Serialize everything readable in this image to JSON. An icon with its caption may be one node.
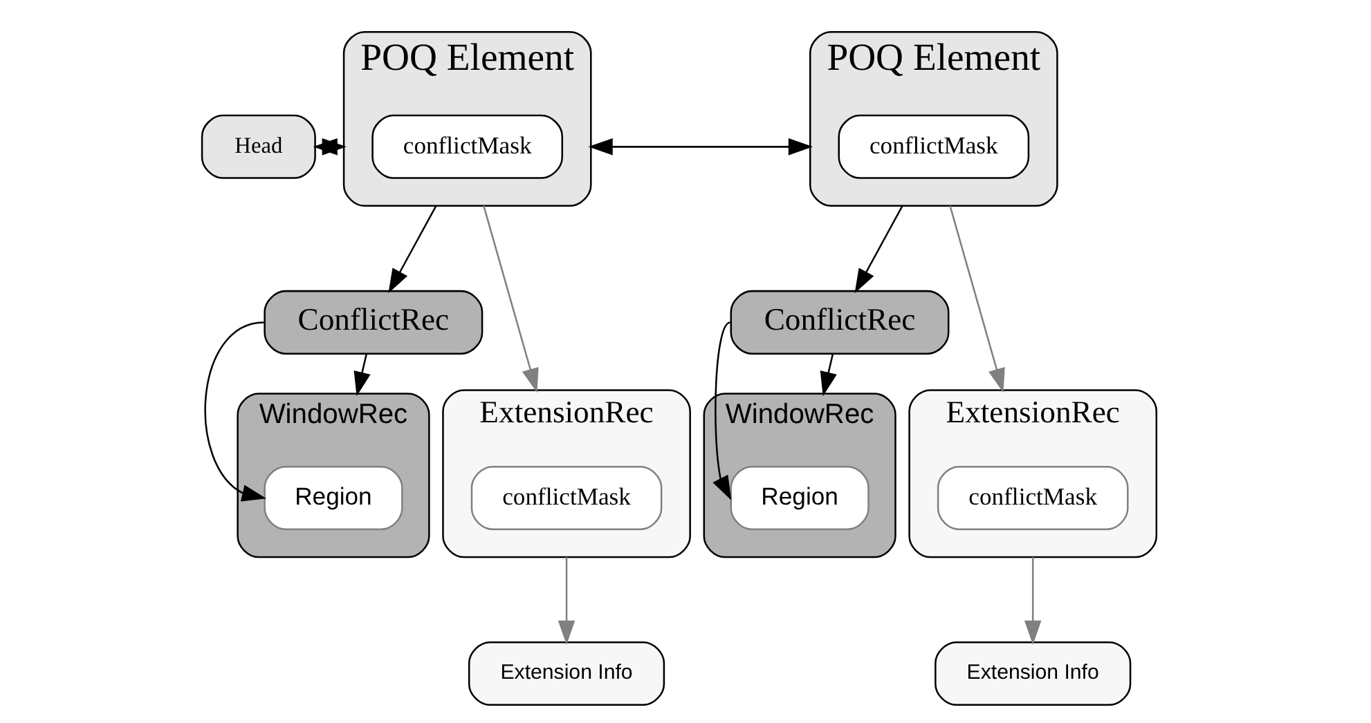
{
  "diagram": {
    "nodes": [
      {
        "text": [
          "Head"
        ]
      },
      {
        "text": [
          "POQ Element"
        ]
      },
      {
        "text": [
          "conflictMask"
        ],
        "in": 1
      },
      {
        "text": [
          "POQ Element"
        ]
      },
      {
        "text": [
          "conflictMask"
        ],
        "in": 3
      },
      {
        "text": [
          "ConflictRec"
        ]
      },
      {
        "text": [
          "ExtensionRec"
        ]
      },
      {
        "text": [
          "conflictMask"
        ],
        "in": 6
      },
      {
        "text": [
          "WindowRec"
        ]
      },
      {
        "text": [
          "Region"
        ],
        "in": 8
      },
      {
        "text": [
          "Extension Info"
        ]
      },
      {
        "text": [
          "ConflictRec"
        ]
      },
      {
        "text": [
          "ExtensionRec"
        ]
      },
      {
        "text": [
          "conflictMask"
        ],
        "in": 12
      },
      {
        "text": [
          "WindowRec"
        ]
      },
      {
        "text": [
          "Region"
        ],
        "in": 14
      },
      {
        "text": [
          "Extension Info"
        ]
      }
    ],
    "edges": [
      {
        "from": 0,
        "to": 1,
        "arrow": "to"
      },
      {
        "from": 1,
        "to": 0,
        "arrow": "to"
      },
      {
        "from": 1,
        "to": 3,
        "arrow": "to"
      },
      {
        "from": 3,
        "to": 1,
        "arrow": "to"
      },
      {
        "from": 1,
        "to": 5,
        "arrow": "to"
      },
      {
        "from": 1,
        "to": 6,
        "arrow": "to",
        "color": "#808080"
      },
      {
        "from": 5,
        "to": 8,
        "arrow": "to"
      },
      {
        "from": 5,
        "to": 9,
        "arrow": "to"
      },
      {
        "from": 6,
        "to": 10,
        "arrow": "to",
        "color": "#808080"
      },
      {
        "from": 3,
        "to": 11,
        "arrow": "to"
      },
      {
        "from": 3,
        "to": 12,
        "arrow": "to",
        "color": "#808080"
      },
      {
        "from": 11,
        "to": 14,
        "arrow": "to"
      },
      {
        "from": 11,
        "to": 15,
        "arrow": "to"
      },
      {
        "from": 12,
        "to": 16,
        "arrow": "to",
        "color": "#808080"
      }
    ]
  }
}
